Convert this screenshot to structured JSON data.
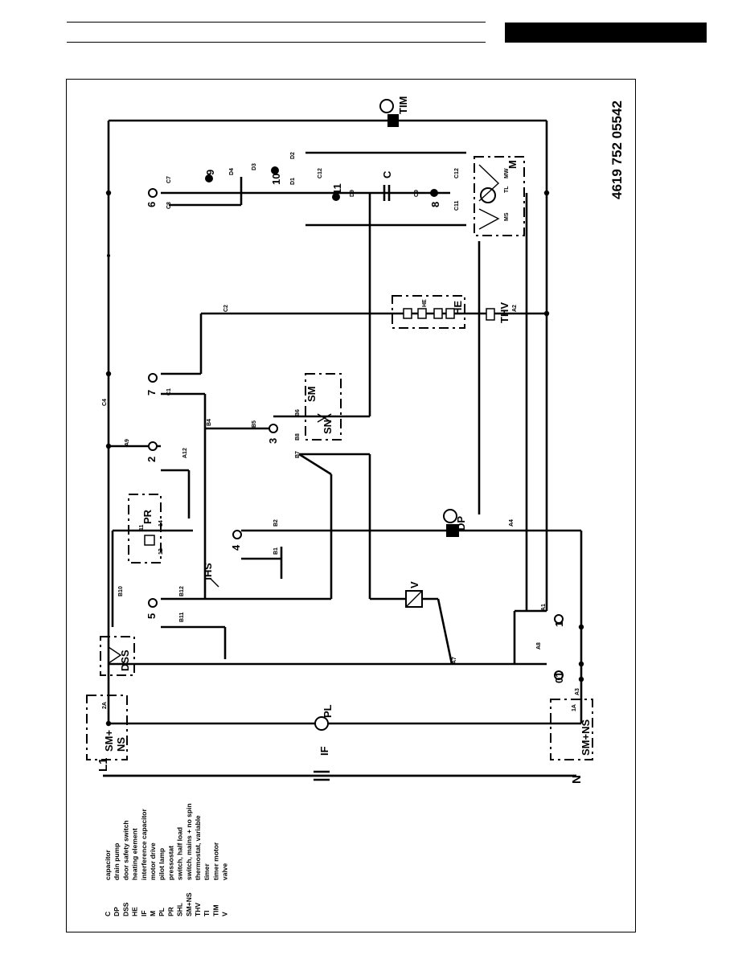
{
  "drawing_number": "4619 752 05542",
  "legend": [
    {
      "code": "C",
      "desc": "capacitor"
    },
    {
      "code": "DP",
      "desc": "drain pump"
    },
    {
      "code": "DSS",
      "desc": "door safety switch"
    },
    {
      "code": "HE",
      "desc": "heating element"
    },
    {
      "code": "IF",
      "desc": "interference capacitor"
    },
    {
      "code": "M",
      "desc": "motor drive"
    },
    {
      "code": "PL",
      "desc": "pilot lamp"
    },
    {
      "code": "PR",
      "desc": "pressostat"
    },
    {
      "code": "SHL",
      "desc": "switch, half load"
    },
    {
      "code": "SM+NS",
      "desc": "switch, mains + no spin"
    },
    {
      "code": "THV",
      "desc": "thermostat, variable"
    },
    {
      "code": "TI",
      "desc": "timer"
    },
    {
      "code": "TIM",
      "desc": "timer motor"
    },
    {
      "code": "V",
      "desc": "valve"
    }
  ],
  "components": {
    "tim": "TIM",
    "dp": "DP",
    "pl": "PL",
    "thv": "THV",
    "he_top": "HE",
    "he_bottom": "HE",
    "c": "C",
    "m": "M",
    "mw": "MW",
    "ms": "MS",
    "tl": "TL",
    "sm": "SM",
    "sn": "SN",
    "pr": "PR",
    "shl": "SHL",
    "dss": "DSS",
    "v": "V",
    "if": "IF",
    "smns_top": "SM+\nNS",
    "smns_bottom": "SM+NS"
  },
  "rails": {
    "l1": "L1",
    "n": "N"
  },
  "contacts": [
    "6",
    "9",
    "10",
    "11",
    "8",
    "7",
    "2",
    "3",
    "4",
    "5",
    "1",
    "01"
  ],
  "terminals": [
    "C7",
    "C8",
    "D4",
    "D3",
    "D2",
    "D1",
    "C12",
    "D9",
    "C9",
    "C11",
    "C2",
    "C4",
    "C1",
    "A9",
    "A12",
    "B4",
    "B5",
    "B6",
    "B7",
    "B8",
    "B2",
    "B1",
    "B10",
    "B11",
    "B12",
    "A4",
    "A1",
    "A2",
    "A3",
    "A7",
    "A8",
    "2A",
    "1A",
    "14",
    "12",
    "11"
  ]
}
